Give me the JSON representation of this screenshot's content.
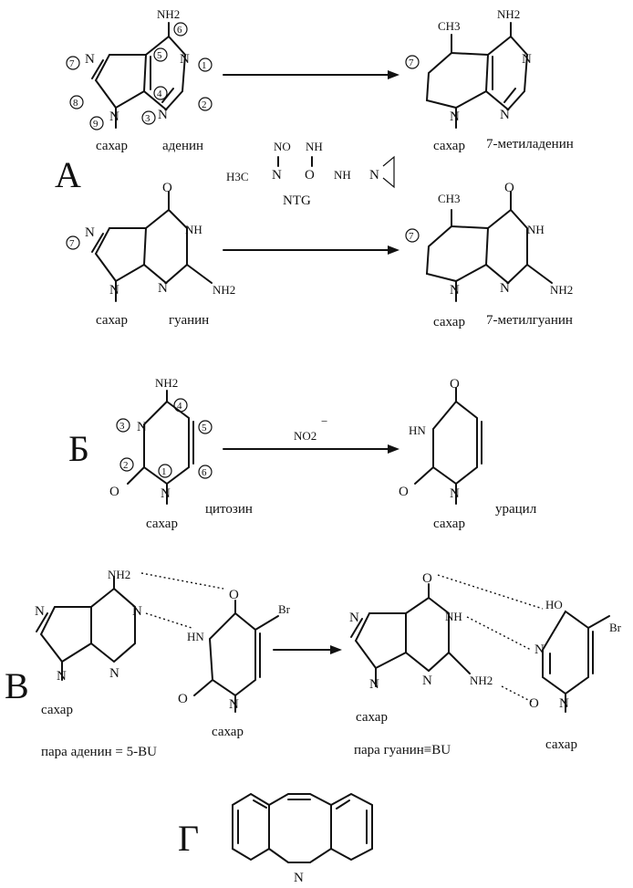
{
  "sections": {
    "a": {
      "letter": "А",
      "adenine": "аденин",
      "methyladenine": "7-метиладенин",
      "guanine": "гуанин",
      "methylguanine": "7-метилгуанин",
      "reagent": "NTG"
    },
    "b": {
      "letter": "Б",
      "cytosine": "цитозин",
      "uracil": "урацил",
      "reagent": "NO2"
    },
    "v": {
      "letter": "В",
      "pair_at": "пара аденин = 5-BU",
      "pair_gb": "пара гуанин≡BU"
    },
    "g": {
      "letter": "Г"
    }
  },
  "atoms": {
    "sugar": "сахар",
    "nh2": "NH2",
    "nh": "NH",
    "hn": "HN",
    "n": "N",
    "o": "O",
    "ch3": "CH3",
    "h3c": "H3C",
    "no": "NO",
    "br": "Br",
    "ho": "HO"
  },
  "ring_numbers": [
    "1",
    "2",
    "3",
    "4",
    "5",
    "6",
    "7",
    "8",
    "9"
  ]
}
